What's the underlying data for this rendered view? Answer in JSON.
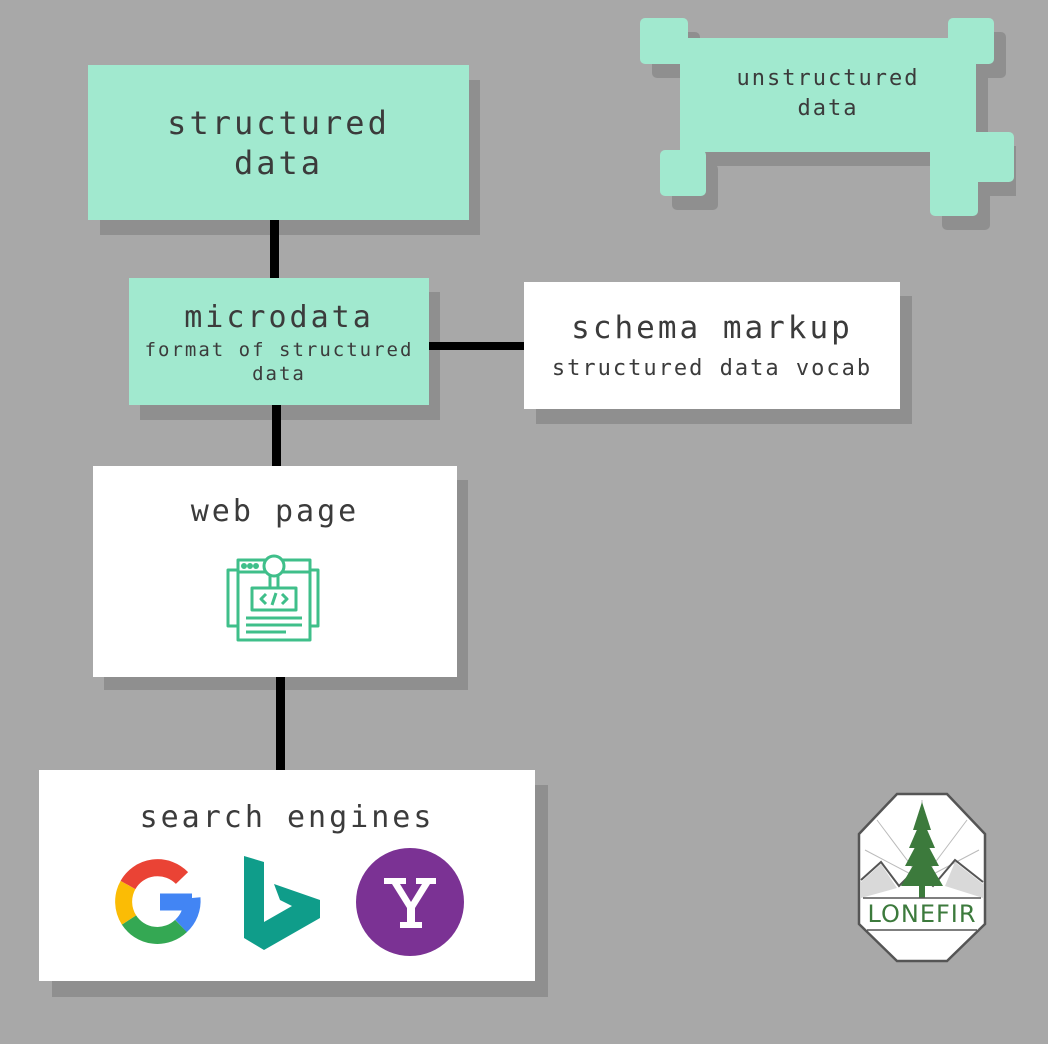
{
  "nodes": {
    "structured": {
      "title": "structured\ndata"
    },
    "unstructured": {
      "title": "unstructured\ndata"
    },
    "microdata": {
      "title": "microdata",
      "subtitle": "format of structured\ndata"
    },
    "schema": {
      "title": "schema markup",
      "subtitle": "structured data vocab"
    },
    "webpage": {
      "title": "web page",
      "icon": "web-page-code-icon"
    },
    "search": {
      "title": "search engines",
      "engines": [
        "google-logo",
        "bing-logo",
        "yahoo-logo"
      ]
    }
  },
  "logo": {
    "text": "LONEFIR",
    "icon": "fir-tree-icon"
  },
  "colors": {
    "background": "#a8a8a8",
    "green": "#a1e9cf",
    "white": "#ffffff",
    "line": "#000000",
    "icon_green": "#3fbf8a",
    "yahoo_purple": "#7b3294",
    "bing_teal": "#0f9d8a"
  }
}
